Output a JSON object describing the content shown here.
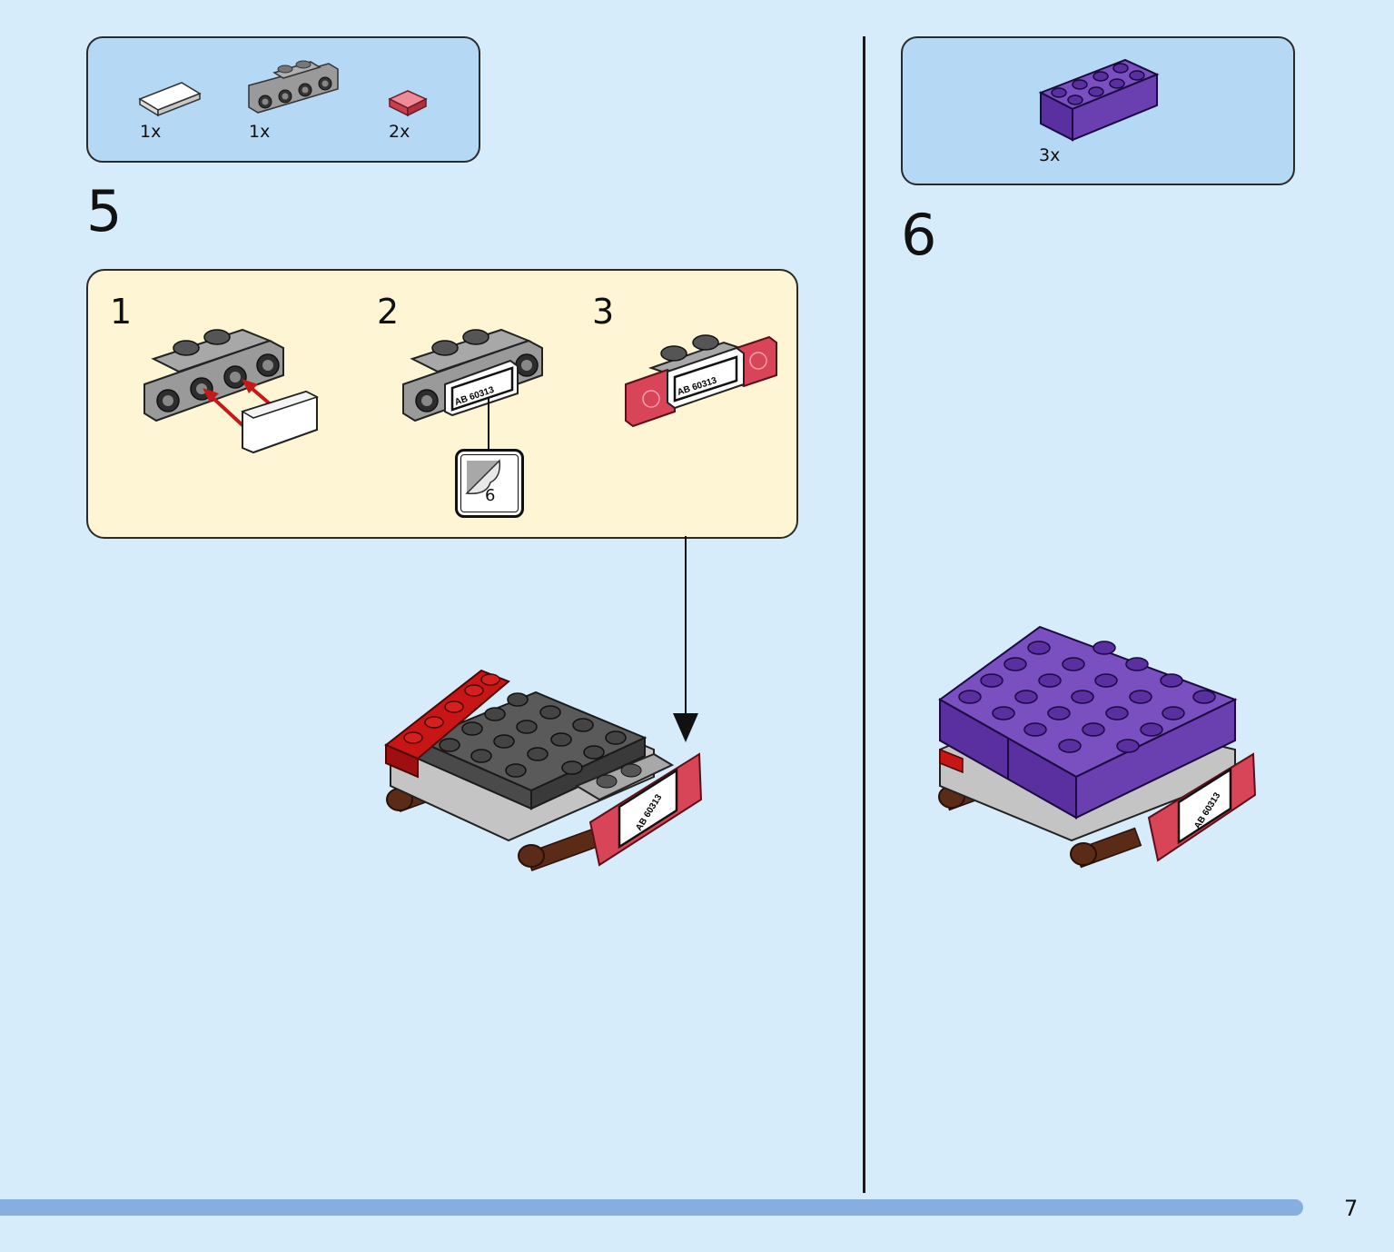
{
  "step5": {
    "number": "5",
    "parts": [
      {
        "qty": "1x",
        "icon": "white-tile-1x2-icon"
      },
      {
        "qty": "1x",
        "icon": "gray-bracket-plate-icon"
      },
      {
        "qty": "2x",
        "icon": "trans-red-tile-icon"
      }
    ],
    "substeps": [
      {
        "number": "1"
      },
      {
        "number": "2",
        "sticker_number": "6",
        "plate_text": "AB 60313"
      },
      {
        "number": "3",
        "plate_text": "AB 60313"
      }
    ],
    "assembly_plate_text": "AB 60313"
  },
  "step6": {
    "number": "6",
    "parts": [
      {
        "qty": "3x",
        "icon": "purple-brick-2x4-icon"
      }
    ],
    "assembly_plate_text": "AB 60313"
  },
  "page_number": "7",
  "colors": {
    "background": "#d6ecfb",
    "parts_box": "#b5d8f4",
    "substep_box": "#fdf5d3",
    "bottom_bar": "#86aee0",
    "gray_brick": "#9a9a9a",
    "dark_gray_brick": "#5a5a5a",
    "red_brick": "#c81515",
    "trans_red": "#e06070",
    "purple_brick": "#6a3fb0",
    "brown_axle": "#5a2c17"
  }
}
